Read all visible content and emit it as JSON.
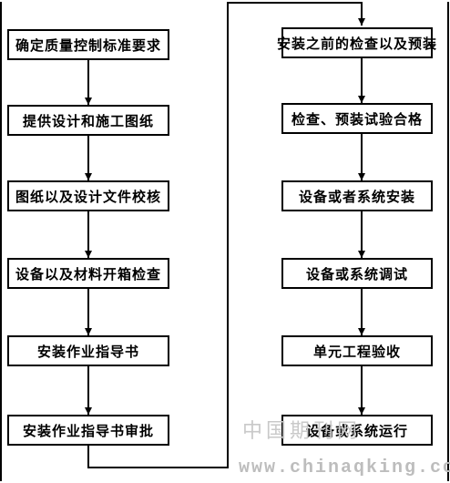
{
  "flowchart": {
    "left_column": [
      "确定质量控制标准要求",
      "提供设计和施工图纸",
      "图纸以及设计文件校核",
      "设备以及材料开箱检查",
      "安装作业指导书",
      "安装作业指导书审批"
    ],
    "right_column": [
      "安装之前的检查以及预装",
      "检查、预装试验合格",
      "设备或者系统安装",
      "设备或系统调试",
      "单元工程验收",
      "设备或系统运行"
    ]
  },
  "watermark": {
    "cn": "中国期刊网",
    "url": "www.chinaqking.com"
  }
}
